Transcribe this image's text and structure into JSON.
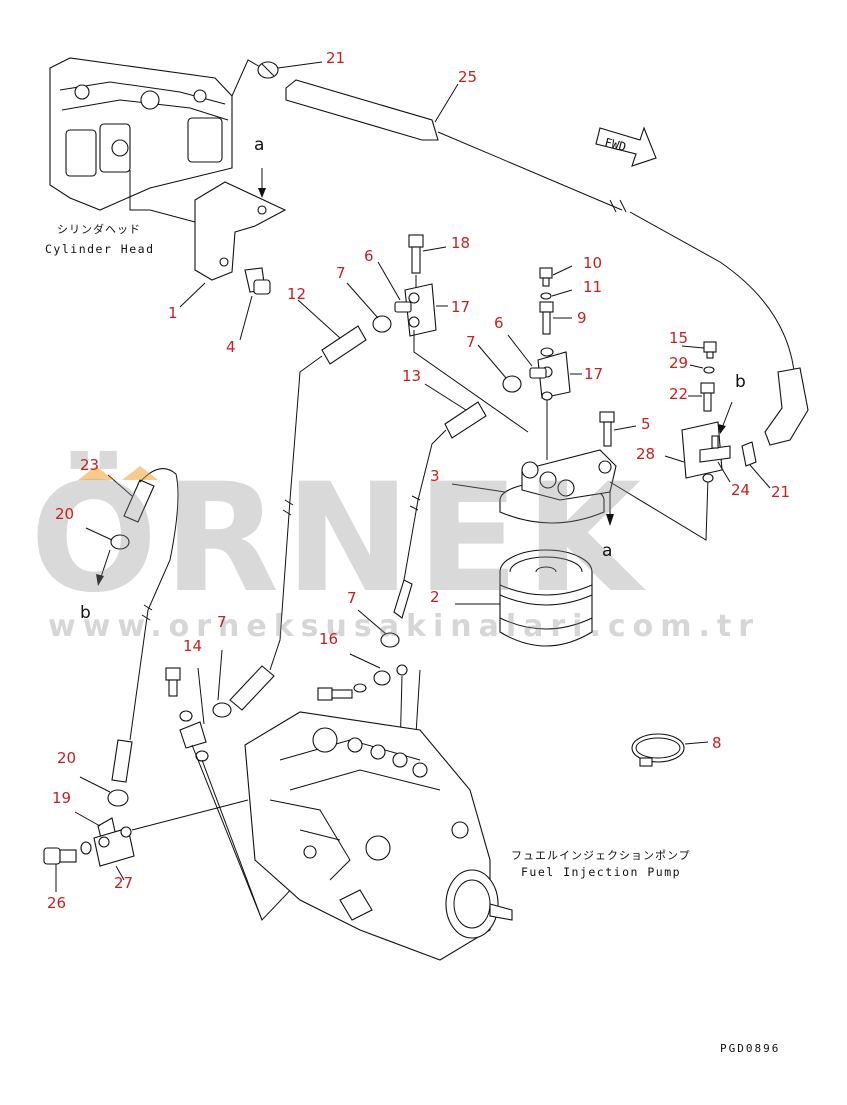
{
  "callouts": {
    "c21a": "21",
    "c25": "25",
    "c1": "1",
    "c4": "4",
    "c18": "18",
    "c6a": "6",
    "c7a": "7",
    "c17a": "17",
    "c12": "12",
    "c10": "10",
    "c11": "11",
    "c9": "9",
    "c6b": "6",
    "c7b": "7",
    "c17b": "17",
    "c13": "13",
    "c15": "15",
    "c29": "29",
    "c22": "22",
    "c5": "5",
    "c28": "28",
    "c24": "24",
    "c21b": "21",
    "c3": "3",
    "c2": "2",
    "c23": "23",
    "c20a": "20",
    "c7c": "7",
    "c16": "16",
    "c14": "14",
    "c7d": "7",
    "c8": "8",
    "c20b": "20",
    "c19": "19",
    "c27": "27",
    "c26": "26"
  },
  "letters": {
    "a_top": "a",
    "a_mid": "a",
    "b_left": "b",
    "b_right": "b"
  },
  "labels": {
    "cylinder_head_jp": "シリンダヘッド",
    "cylinder_head_en": "Cylinder Head",
    "pump_jp": "フュエルインジェクションポンプ",
    "pump_en": "Fuel Injection Pump",
    "fwd": "FWD",
    "drawing_code": "PGD0896"
  },
  "watermark": {
    "brand": "ÖRNEK",
    "url": "www.orneksusakinalari.com.tr"
  },
  "colors": {
    "callout": "#c8201e",
    "line": "#111111",
    "watermark": "#8c8c8c",
    "accent": "#f0a030"
  }
}
